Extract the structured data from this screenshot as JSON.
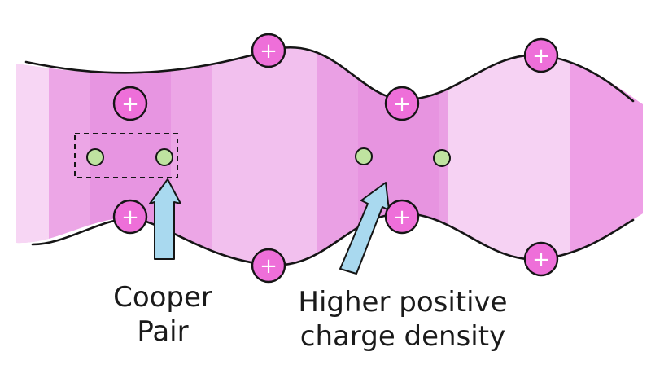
{
  "labels": {
    "cooper_line1": "Cooper",
    "cooper_line2": "Pair",
    "charge_line1": "Higher positive",
    "charge_line2": "charge density"
  },
  "ion_symbol": "+",
  "colors": {
    "lattice_fill": "#f2c2ee",
    "lattice_dense": "#e893e2",
    "ion_fill": "#ee6fd9",
    "electron_fill": "#bfe3a0",
    "arrow_fill": "#a9d9ef",
    "outline": "#151515"
  },
  "counts": {
    "ions": 8,
    "electrons": 4
  }
}
